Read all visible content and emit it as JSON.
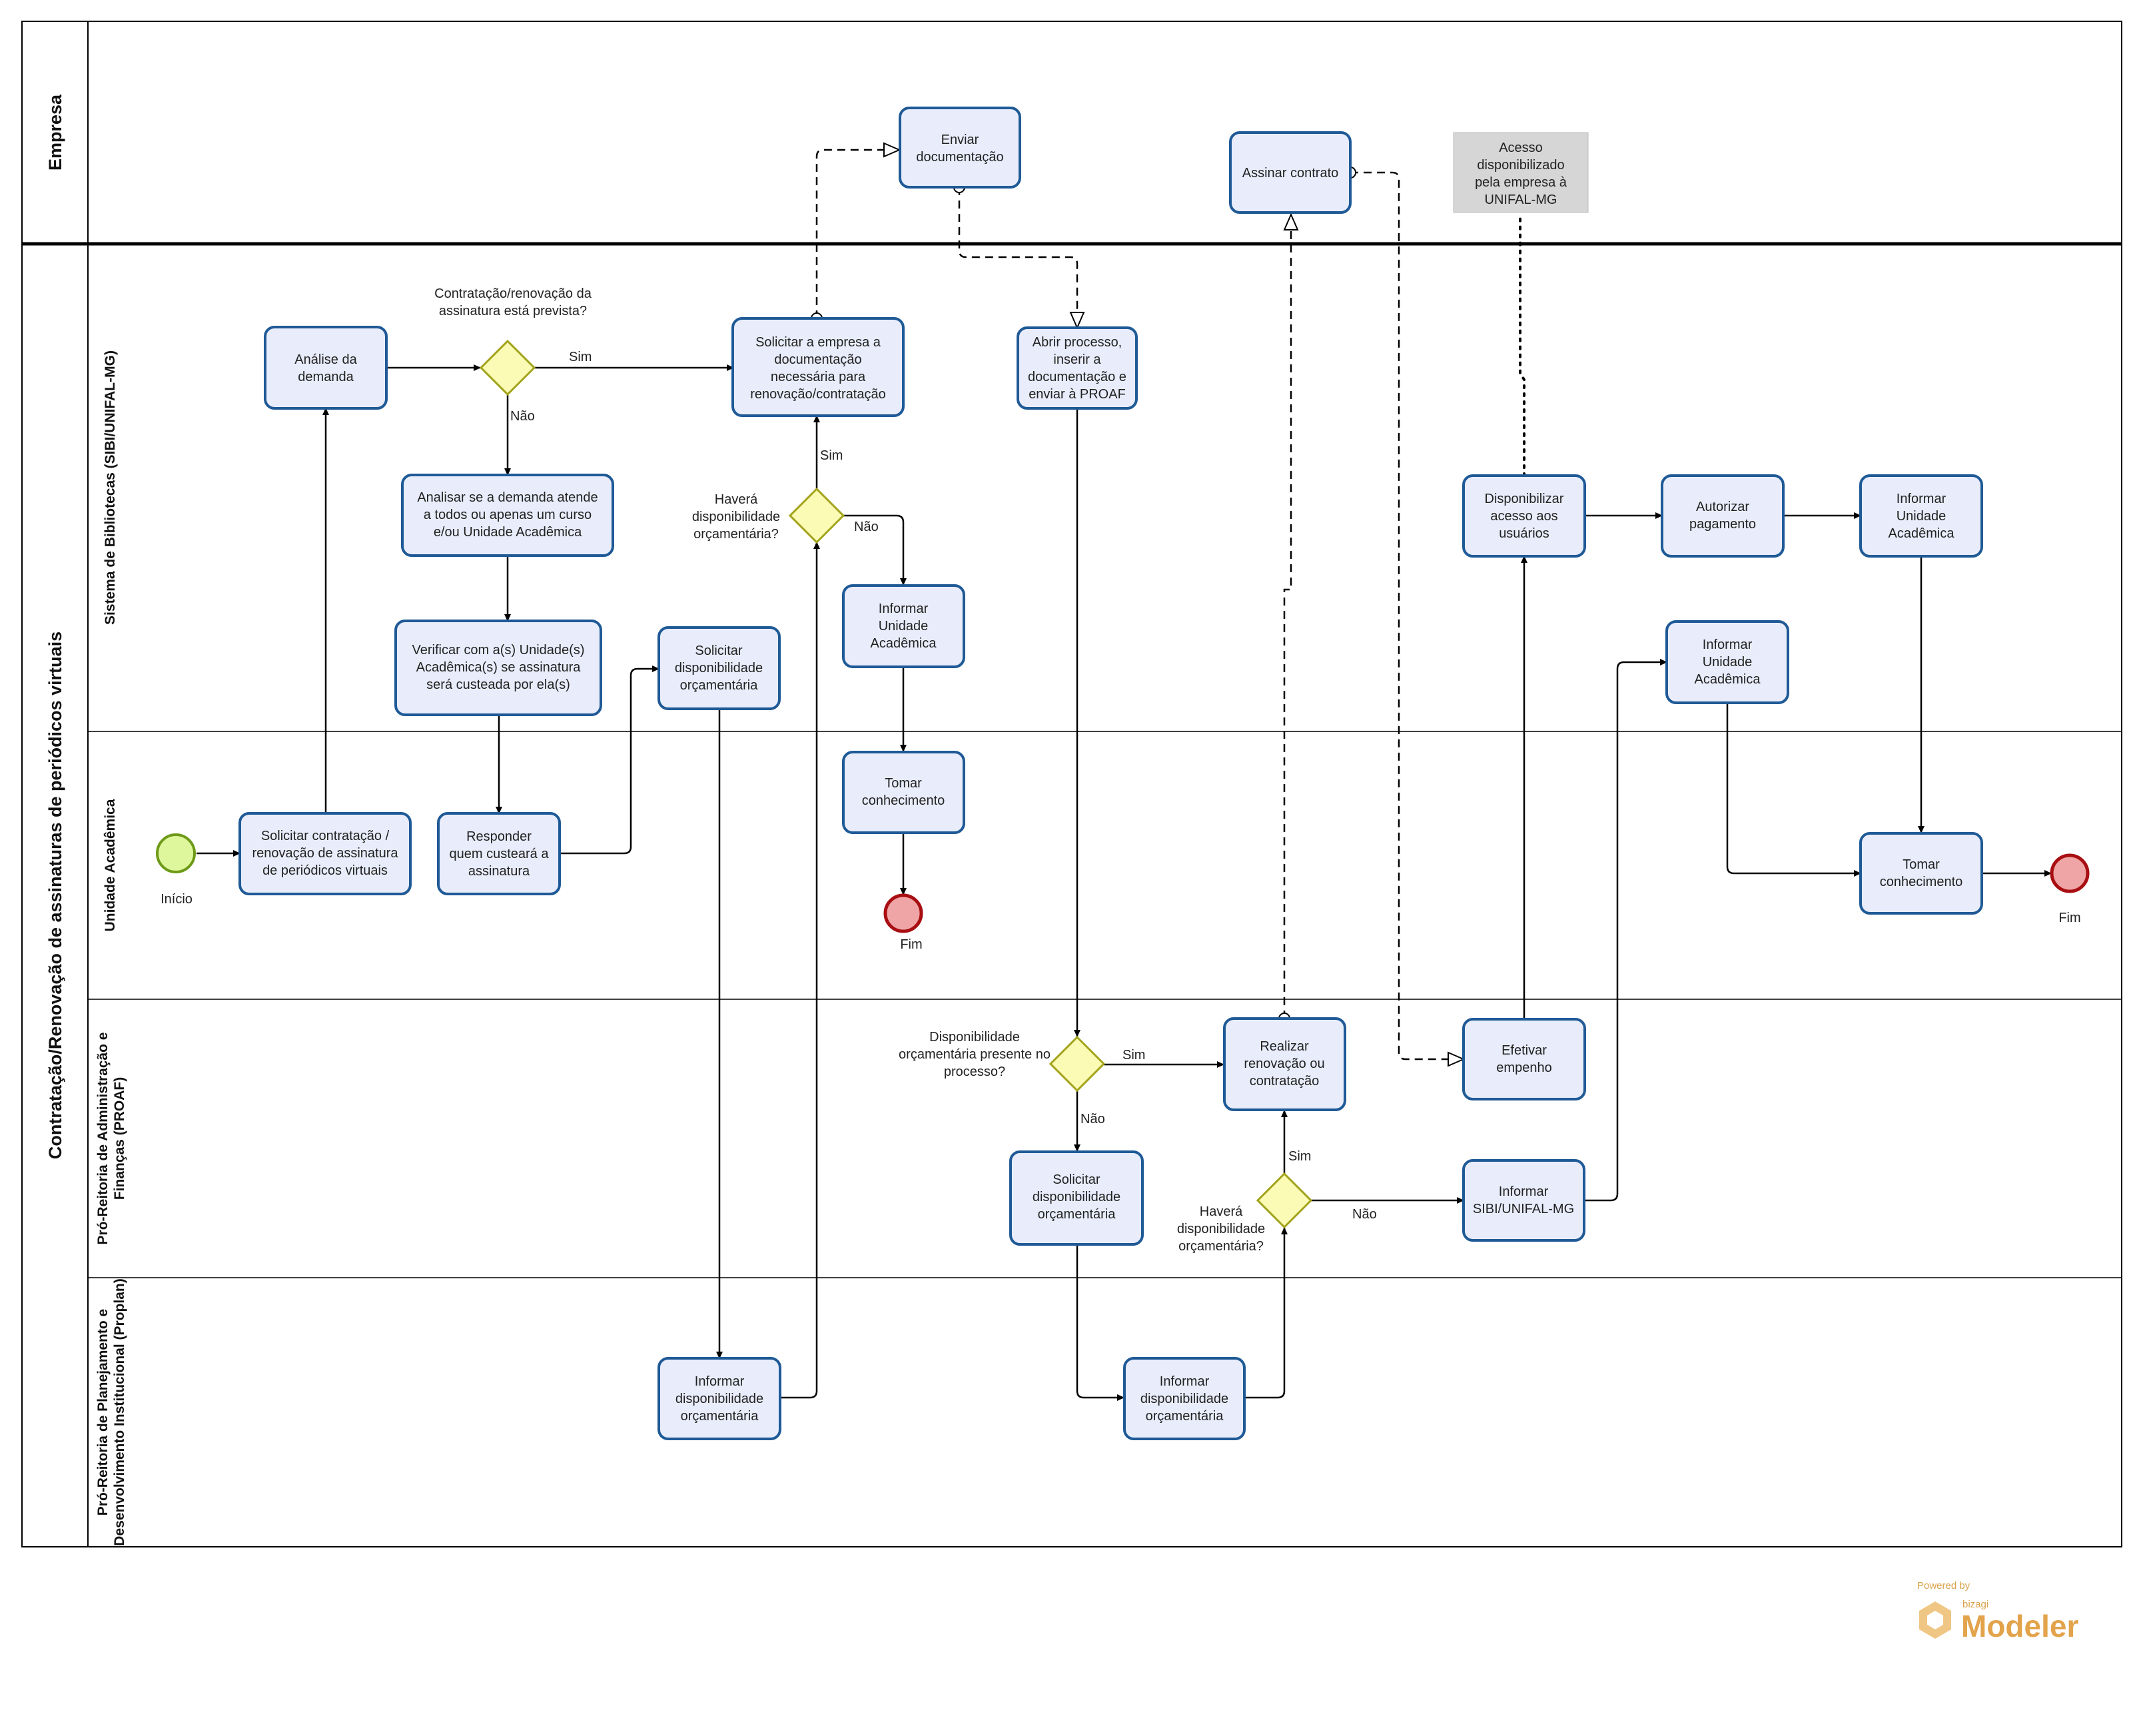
{
  "pools": {
    "empresa": "Empresa",
    "main": "Contratação/Renovação de assinaturas de periódicos virtuais"
  },
  "lanes": {
    "sibi": "Sistema de Bibliotecas (SIBI/UNIFAL-MG)",
    "ua": "Unidade Acadêmica",
    "proaf": [
      "Pró-Reitoria de Administração e",
      "Finanças (PROAF)"
    ],
    "proplan": [
      "Pró-Reitoria de Planejamento e",
      "Desenvolvimento Institucional (Proplan)"
    ]
  },
  "tasks": {
    "enviar_doc": [
      "Enviar",
      "documentação"
    ],
    "assinar": [
      "Assinar contrato"
    ],
    "analise": [
      "Análise da",
      "demanda"
    ],
    "solicitar_empresa": [
      "Solicitar a empresa a",
      "documentação",
      "necessária para",
      "renovação/contratação"
    ],
    "abrir_processo": [
      "Abrir processo,",
      "inserir a",
      "documentação e",
      "enviar à PROAF"
    ],
    "analisar_demanda": [
      "Analisar se a demanda atende",
      "a todos ou apenas um curso",
      "e/ou Unidade Acadêmica"
    ],
    "verificar": [
      "Verificar com a(s) Unidade(s)",
      "Acadêmica(s) se assinatura",
      "será custeada por ela(s)"
    ],
    "solicitar_disp_1": [
      "Solicitar",
      "disponibilidade",
      "orçamentária"
    ],
    "informar_ua_1": [
      "Informar",
      "Unidade",
      "Acadêmica"
    ],
    "disponibilizar": [
      "Disponibilizar",
      "acesso aos",
      "usuários"
    ],
    "autorizar": [
      "Autorizar",
      "pagamento"
    ],
    "informar_ua_3": [
      "Informar",
      "Unidade",
      "Acadêmica"
    ],
    "informar_ua_2": [
      "Informar",
      "Unidade",
      "Acadêmica"
    ],
    "solicitar_contratacao": [
      "Solicitar contratação /",
      "renovação de assinatura",
      "de periódicos virtuais"
    ],
    "responder": [
      "Responder",
      "quem custeará a",
      "assinatura"
    ],
    "tomar_1": [
      "Tomar",
      "conhecimento"
    ],
    "tomar_2": [
      "Tomar",
      "conhecimento"
    ],
    "realizar": [
      "Realizar",
      "renovação ou",
      "contratação"
    ],
    "efetivar": [
      "Efetivar",
      "empenho"
    ],
    "solicitar_disp_2": [
      "Solicitar",
      "disponibilidade",
      "orçamentária"
    ],
    "informar_sibi": [
      "Informar",
      "SIBI/UNIFAL-MG"
    ],
    "informar_disp_1": [
      "Informar",
      "disponibilidade",
      "orçamentária"
    ],
    "informar_disp_2": [
      "Informar",
      "disponibilidade",
      "orçamentária"
    ]
  },
  "gateways": {
    "g1": [
      "Contratação/renovação da",
      "assinatura está prevista?"
    ],
    "g2": [
      "Haverá",
      "disponibilidade",
      "orçamentária?"
    ],
    "g3": [
      "Disponibilidade",
      "orçamentária presente no",
      "processo?"
    ],
    "g4": [
      "Haverá",
      "disponibilidade",
      "orçamentária?"
    ]
  },
  "flow_labels": {
    "sim": "Sim",
    "nao": "Não"
  },
  "events": {
    "start": "Início",
    "end_1": "Fim",
    "end_2": "Fim"
  },
  "artifact": [
    "Acesso",
    "disponibilizado",
    "pela empresa à",
    "UNIFAL-MG"
  ],
  "watermark": {
    "powered": "Powered by",
    "brand": "bizagi",
    "product": "Modeler"
  },
  "colors": {
    "task_fill": "#e9edfb",
    "task_stroke": "#1f5a97",
    "gateway_fill": "#fbfbb6",
    "start_fill": "#dff79c",
    "end_fill": "#efa5a5",
    "artifact_fill": "#d6d6d6",
    "watermark": "#e2a34b"
  }
}
